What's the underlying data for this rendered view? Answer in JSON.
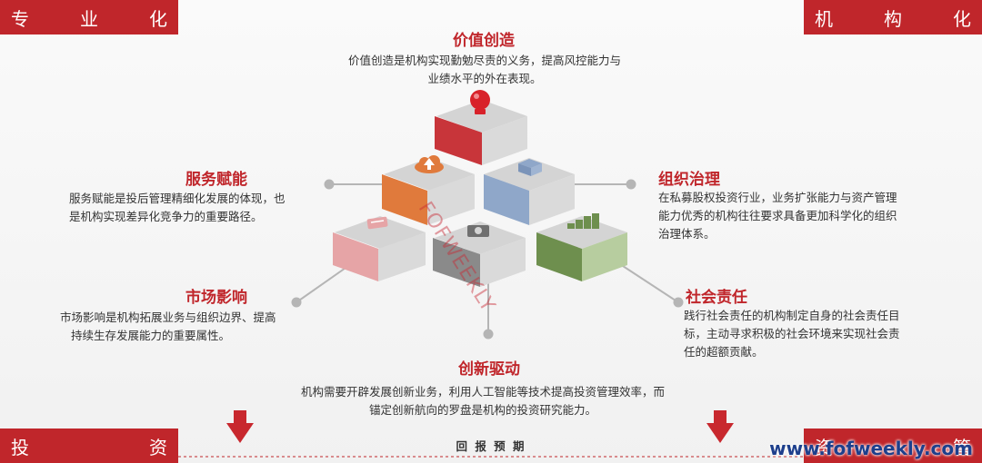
{
  "corners": {
    "top_left": [
      "专",
      "业",
      "化"
    ],
    "top_right": [
      "机",
      "构",
      "化"
    ],
    "bottom_left": [
      "投",
      "资"
    ],
    "bottom_right": [
      "资",
      "管"
    ]
  },
  "sections": {
    "value_creation": {
      "title": "价值创造",
      "lines": [
        "价值创造是机构实现勤勉尽责的义务，提高风控能力与",
        "业绩水平的外在表现。"
      ]
    },
    "service_empowerment": {
      "title": "服务赋能",
      "lines": [
        "服务赋能是投后管理精细化发展的体现，也",
        "是机构实现差异化竞争力的重要路径。"
      ]
    },
    "organization_governance": {
      "title": "组织治理",
      "lines": [
        "在私募股权投资行业，业务扩张能力与资产管理",
        "能力优秀的机构往往要求具备更加科学化的组织",
        "治理体系。"
      ]
    },
    "market_influence": {
      "title": "市场影响",
      "lines": [
        "市场影响是机构拓展业务与组织边界、提高",
        "持续生存发展能力的重要属性。"
      ]
    },
    "social_responsibility": {
      "title": "社会责任",
      "lines": [
        "践行社会责任的机构制定自身的社会责任目",
        "标，主动寻求积极的社会环境来实现社会责",
        "任的超额贡献。"
      ]
    },
    "innovation_driven": {
      "title": "创新驱动",
      "lines": [
        "机构需要开辟发展创新业务，利用人工智能等技术提高投资管理效率，而",
        "锚定创新航向的罗盘是机构的投资研究能力。"
      ]
    }
  },
  "footer_label": "回 报 预 期",
  "watermark": "FOFWEEKLY",
  "url": "www.fofweekly.com",
  "colors": {
    "brand_red": "#c0262b",
    "cube_red": "#c8353a",
    "cube_orange": "#e07a3c",
    "cube_blue": "#8fa7c9",
    "cube_pink": "#e6a4a6",
    "cube_gray": "#8a8a8a",
    "cube_green": "#6e8f4e"
  },
  "icons": [
    "lightbulb-icon",
    "cloud-upload-icon",
    "box-icon",
    "card-icon",
    "camera-icon",
    "chart-blocks-icon",
    "down-arrow-icon"
  ]
}
